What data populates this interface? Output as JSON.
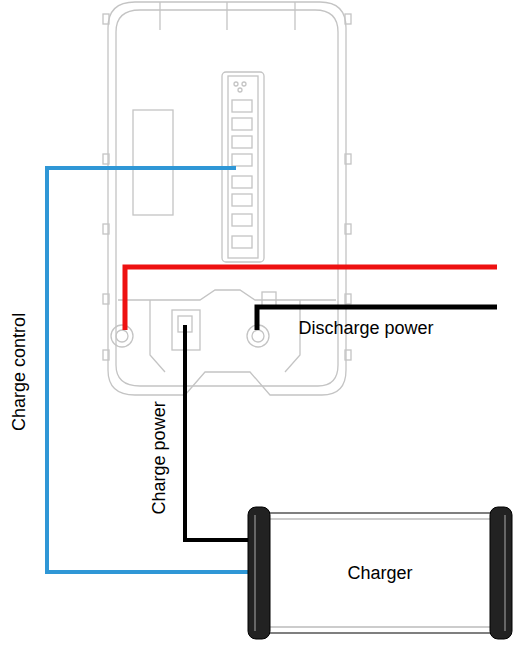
{
  "diagram": {
    "nodes": [
      {
        "text": [
          "Charger"
        ]
      }
    ],
    "labels": [
      "Charge control",
      "Charge power",
      "Discharge power"
    ]
  }
}
